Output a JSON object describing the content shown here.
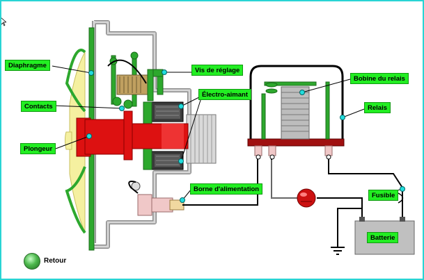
{
  "labels": {
    "diaphragme": "Diaphragme",
    "contacts": "Contacts",
    "plongeur": "Plongeur",
    "vis_reglage": "Vis de réglage",
    "electro_aimant": "Électro-aimant",
    "borne_alimentation": "Borne d'alimentation",
    "bobine_relais": "Bobine du relais",
    "relais": "Relais",
    "fusible": "Fusible",
    "batterie": "Batterie"
  },
  "nav": {
    "retour": "Retour"
  },
  "colors": {
    "label_bg": "#22ee22",
    "frame": "#29d4d4",
    "housing": "#c8c8c8",
    "plunger": "#dd1111",
    "diaphragm": "#f5f0a0",
    "wire": "#000000",
    "contact_pin": "#22dddd",
    "relay_base": "#a01010",
    "battery": "#c0c0c0"
  },
  "icons": [
    "retour-button-icon",
    "cursor-icon",
    "ground-icon",
    "fuse-icon",
    "indicator-lamp-icon"
  ]
}
